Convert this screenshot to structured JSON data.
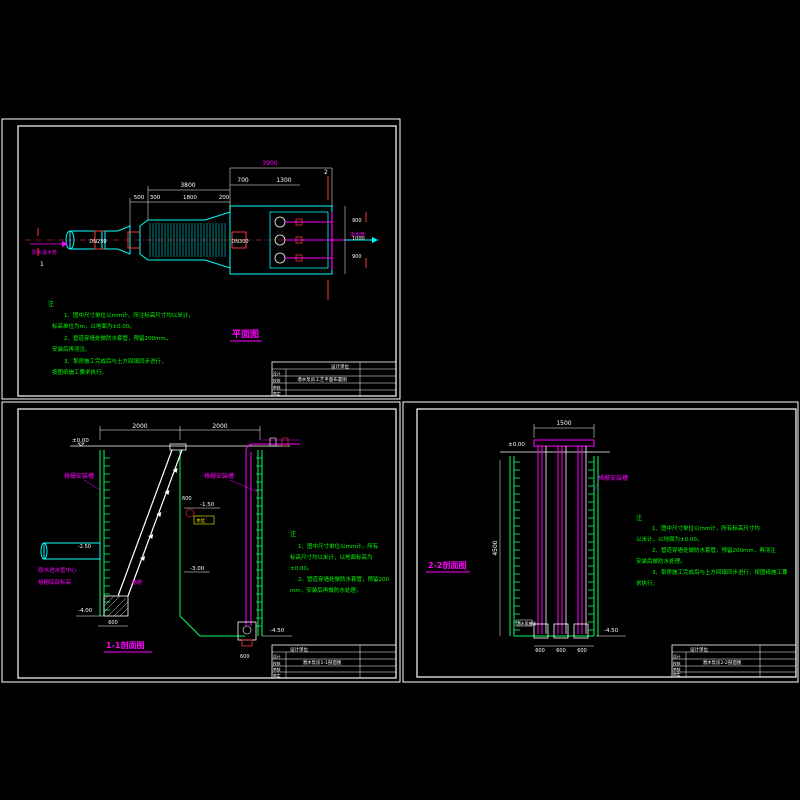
{
  "sheets": {
    "plan": {
      "title": "平面图",
      "dims": {
        "overall": "3900",
        "left_total": "3800",
        "left_a": "500",
        "left_b": "300",
        "left_c": "1800",
        "left_d": "200",
        "right_a": "700",
        "right_b": "1300",
        "vert_top": "900",
        "vert_mid": "1000",
        "vert_bot": "900"
      },
      "pipe_label": "DN300",
      "pipe_label2": "DN250",
      "inlet_label": "原水进水管",
      "outlet_label": "出水管",
      "section_marks": {
        "s1": "1",
        "s2": "2"
      },
      "notes_title": "注",
      "notes": [
        "1、图中尺寸单位以mm计，所注标高尺寸均以米计，",
        "标高单位为m，以地面为±0.00。",
        "2、管道穿墙处做防水套管，预留200mm，",
        "安装后再浇注。",
        "3、泵房施工完成后与土方回填同步进行，",
        "按图纸施工要求执行。"
      ],
      "title_block": {
        "company": "设计单位",
        "drawing_name": "潜水泵房工艺平面布置图",
        "rows": [
          "设计",
          "校核",
          "审核",
          "审定"
        ]
      }
    },
    "section11": {
      "title": "1-1剖面图",
      "dims": {
        "left": "2000",
        "right": "2000",
        "bottom": "600",
        "h_right": "600",
        "base": "600"
      },
      "elevations": {
        "ground": "±0.00",
        "pipe": "-2.50",
        "water": "-1.50",
        "mid": "-3.00",
        "bottom_left": "-4.00",
        "bottom_right": "-4.50"
      },
      "labels": {
        "left_wall": "格栅安装槽",
        "right_wall": "格栅安装槽",
        "inlet1": "原水进水管中心",
        "inlet2": "格栅底部标高",
        "grid_tag": "格栅",
        "water_tag": "水位"
      },
      "notes_title": "注",
      "notes": [
        "1、图中尺寸单位以mm计，所有",
        "标高尺寸均以米计，以地面标高为",
        "±0.00。",
        "2、管道穿墙处做防水套管，预留200",
        "mm，安装后再做防水处理。"
      ],
      "title_block": {
        "company": "设计单位",
        "drawing_name": "潜水泵房1-1剖面图",
        "rows": [
          "设计",
          "校核",
          "审核",
          "审定"
        ]
      }
    },
    "section22": {
      "title": "2-2剖面图",
      "dims": {
        "top": "1500",
        "height": "4500",
        "b1": "600",
        "b2": "600",
        "b3": "600"
      },
      "elevations": {
        "ground": "±0.00",
        "bottom": "-4.50"
      },
      "labels": {
        "right_wall": "格栅安装槽",
        "base_tag": "潜水泵基础"
      },
      "notes_title": "注",
      "notes": [
        "1、图中尺寸单位以mm计，所有标高尺寸均",
        "以米计，以地面为±0.00。",
        "2、管道穿墙处做防水套管，预留200mm，再浇注",
        "安装后做防水处理。",
        "3、泵房施工完成后与土方回填同步进行，按图纸施工要",
        "求执行。"
      ],
      "title_block": {
        "company": "设计单位",
        "drawing_name": "潜水泵房2-2剖面图",
        "rows": [
          "设计",
          "校核",
          "审核",
          "审定"
        ]
      }
    }
  },
  "colors": {
    "frame": "#ffffff",
    "wall": "#00ff66",
    "dim": "#00ffff",
    "pipe": "#00ffff",
    "magenta": "#ff00ff",
    "text_green": "#00ff00",
    "red": "#ff3333",
    "yellow": "#ffff00"
  }
}
